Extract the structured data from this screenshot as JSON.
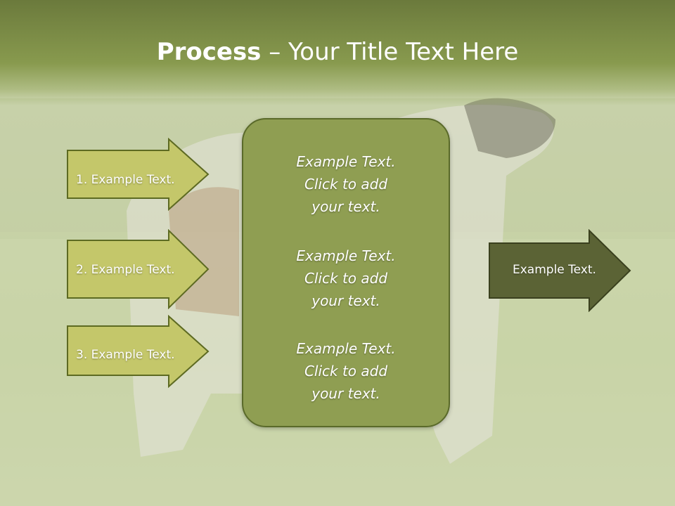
{
  "title": {
    "bold": "Process",
    "rest": " – Your Title Text Here"
  },
  "left_arrows": [
    {
      "label": "1. Example Text."
    },
    {
      "label": "2. Example Text."
    },
    {
      "label": "3. Example Text."
    }
  ],
  "center_box": {
    "paragraphs": [
      {
        "lines": [
          "Example Text.",
          "Click  to add",
          "your text."
        ]
      },
      {
        "lines": [
          "Example Text.",
          "Click  to add",
          "your text."
        ]
      },
      {
        "lines": [
          "Example Text.",
          "Click  to add",
          "your text."
        ]
      }
    ]
  },
  "right_arrow": {
    "label": "Example Text."
  },
  "colors": {
    "title_band": "#7d8e45",
    "left_arrow_fill": "#c4c76a",
    "left_arrow_border": "#5d6a22",
    "center_fill": "#8f9e52",
    "right_arrow_fill": "#5b6335"
  }
}
